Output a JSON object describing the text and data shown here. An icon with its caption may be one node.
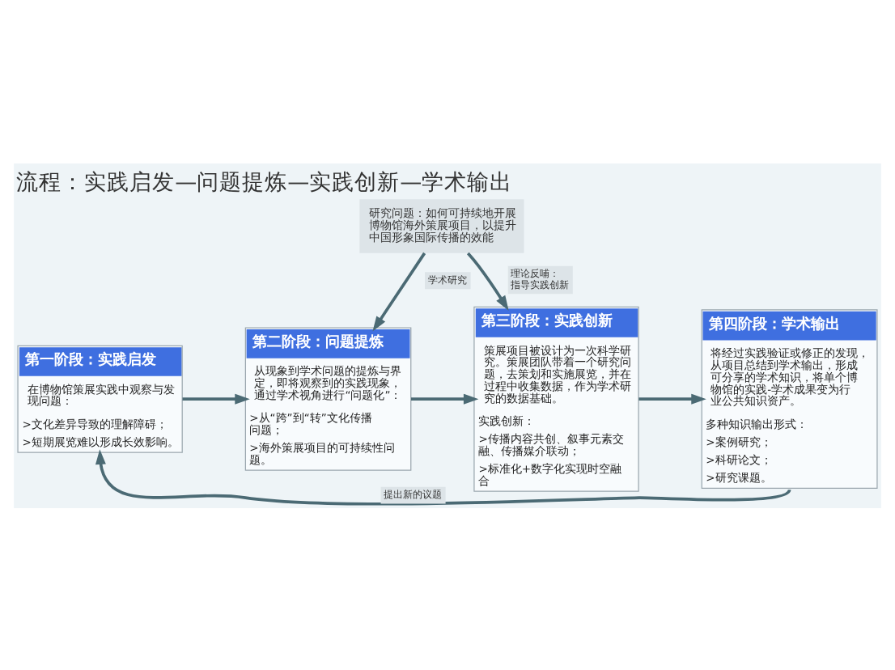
{
  "diagram": {
    "title": "流程：实践启发—问题提炼—实践创新—学术输出",
    "nodes": [
      {
        "text": [
          "第一阶段：实践启发",
          "在博物馆策展实践中观察与发现问题：",
          ">文化差异导致的理解障碍；",
          ">短期展览难以形成长效影响。"
        ]
      },
      {
        "text": [
          "第二阶段：问题提炼",
          "从现象到学术问题的提炼与界定，即将观察到的实践现象，通过学术视角进行“问题化”：",
          ">从“跨”到“转”文化传播问题；",
          ">海外策展项目的可持续性问题。"
        ]
      },
      {
        "text": [
          "第三阶段：实践创新",
          "策展项目被设计为一次科学研究。策展团队带着一个研究问题，去策划和实施展览，并在过程中收集数据，作为学术研究的数据基础。",
          "实践创新：",
          ">传播内容共创、叙事元素交融、传播媒介联动；",
          ">标准化+数字化实现时空融合"
        ]
      },
      {
        "text": [
          "第四阶段：学术输出",
          "将经过实践验证或修正的发现，从项目总结到学术输出，形成可分享的学术知识，将单个博物馆的实践-学术成果变为行业公共知识资产。",
          "多种知识输出形式：",
          ">案例研究；",
          ">科研论文；",
          ">研究课题。"
        ]
      },
      {
        "text": [
          "研究问题：如何可持续地开展博物馆海外策展项目，以提升中国形象国际传播的效能"
        ]
      }
    ],
    "edges": [
      {
        "from": 0,
        "to": 1,
        "arrow": "to"
      },
      {
        "from": 1,
        "to": 2,
        "arrow": "to"
      },
      {
        "from": 2,
        "to": 3,
        "arrow": "to"
      },
      {
        "from": 4,
        "to": 1,
        "arrow": "to",
        "label": "学术研究"
      },
      {
        "from": 4,
        "to": 2,
        "arrow": "to",
        "label": "理论反哺：指导实践创新"
      },
      {
        "from": 3,
        "to": 0,
        "arrow": "to",
        "label": "提出新的议题"
      }
    ]
  }
}
